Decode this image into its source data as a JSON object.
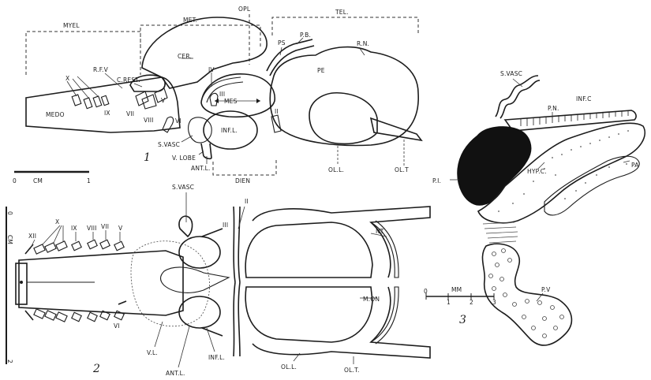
{
  "fig1": {
    "number": "1",
    "labels": {
      "myel": "MYEL",
      "met": "MET.",
      "opl": "OPL",
      "tel": "TEL.",
      "ps": "PS",
      "pb": "P.B.",
      "rn": "R.N.",
      "pe": "PE",
      "cer": "CER.",
      "iv": "IV",
      "mes": "MES",
      "rfv": "R.F.V",
      "crest": "C.REST.",
      "x": "X",
      "medo": "MEDO",
      "ix": "IX",
      "vii": "VII",
      "viii": "VIII",
      "v": "V",
      "vi": "VI",
      "iii": "III",
      "infl": "INF.L.",
      "svasc": "S.VASC",
      "vlobe": "V. LOBE",
      "antl": "ANT.L.",
      "dien": "DIEN",
      "oll": "OL.L.",
      "olt": "OL.T",
      "ii": "II"
    },
    "scale": {
      "zero": "0",
      "unit": "CM",
      "one": "1"
    }
  },
  "fig2": {
    "number": "2",
    "labels": {
      "svasc": "S.VASC",
      "ii": "II",
      "iii": "III",
      "x": "X",
      "ix": "IX",
      "viii": "VIII",
      "vii": "VII",
      "v": "V",
      "xii": "XII",
      "nt": "NT",
      "mon": "M.ON",
      "vi": "VI",
      "vl": "V.L.",
      "antl": "ANT.L.",
      "infl": "INF.L.",
      "oll": "OL.L.",
      "olt": "OL.T."
    },
    "scale": {
      "zero": "0",
      "unit": "CM",
      "two": "2"
    }
  },
  "fig3": {
    "number": "3",
    "labels": {
      "svasc": "S.VASC",
      "infc": "INF.C",
      "pn": "P.N.",
      "pi": "P.I.",
      "hypc": "HYP.C.",
      "pa": "PA",
      "pv": "P.V"
    },
    "scale": {
      "zero": "0",
      "unit": "MM",
      "one": "1",
      "two": "2",
      "three": "3"
    }
  }
}
